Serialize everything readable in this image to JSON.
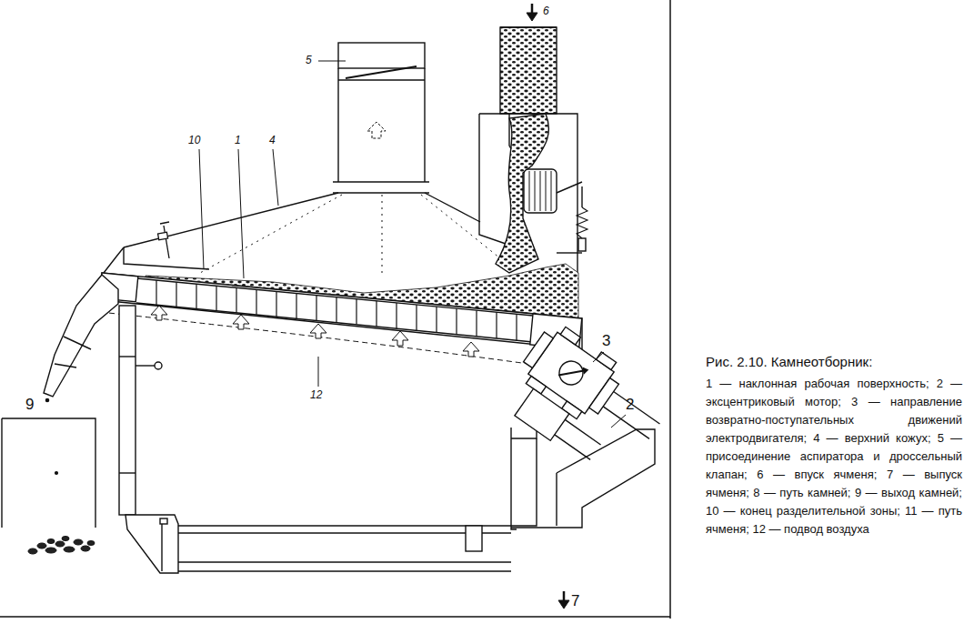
{
  "diagram": {
    "caption": "Рис. 2.10. Камнеотборник:",
    "labels": [
      "10",
      "1",
      "4",
      "5",
      "6",
      "3",
      "2",
      "12",
      "9",
      "7",
      "1 — наклонная рабочая поверхность;",
      "2 — эксцентриковый мотор;",
      "3 — направление возвратно-поступательных движений электродвигателя;",
      "4 — верхний кожух;",
      "5 — присоединение аспиратора и дроссельный клапан;",
      "6 — впуск ячменя;",
      "7 — выпуск ячменя;",
      "8 — путь камней;",
      "9 — выход камней;",
      "10 — конец разделительной зоны;",
      "11 — путь ячменя;",
      "12 — подвод воздуха"
    ]
  }
}
